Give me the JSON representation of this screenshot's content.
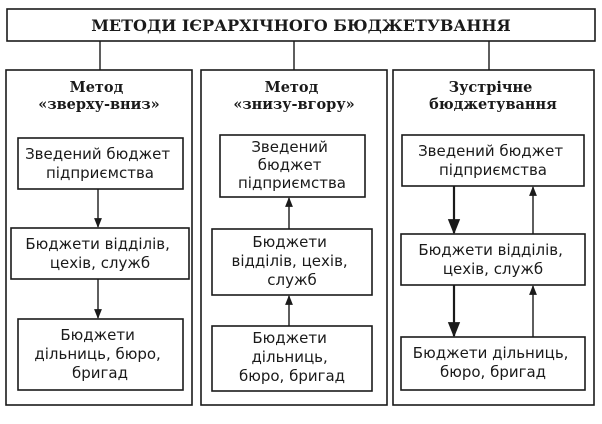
{
  "title": "МЕТОДИ ІЄРАРХІЧНОГО БЮДЖЕТУВАННЯ",
  "colors": {
    "ink": "#1a1a1a",
    "background": "#ffffff"
  },
  "columns": [
    {
      "heading": [
        "Метод",
        "«зверху-вниз»"
      ],
      "flow": "down",
      "boxes": [
        [
          "Зведений бюджет",
          "підприємства"
        ],
        [
          "Бюджети відділів,",
          "цехів, служб"
        ],
        [
          "Бюджети",
          "дільниць, бюро,",
          "бригад"
        ]
      ]
    },
    {
      "heading": [
        "Метод",
        "«знизу-вгору»"
      ],
      "flow": "up",
      "boxes": [
        [
          "Зведений",
          "бюджет",
          "підприємства"
        ],
        [
          "Бюджети",
          "відділів, цехів,",
          "служб"
        ],
        [
          "Бюджети",
          "дільниць,",
          "бюро, бригад"
        ]
      ]
    },
    {
      "heading": [
        "Зустрічне",
        "бюджетування"
      ],
      "flow": "both",
      "boxes": [
        [
          "Зведений бюджет",
          "підприємства"
        ],
        [
          "Бюджети відділів,",
          "цехів, служб"
        ],
        [
          "Бюджети дільниць,",
          "бюро, бригад"
        ]
      ]
    }
  ]
}
